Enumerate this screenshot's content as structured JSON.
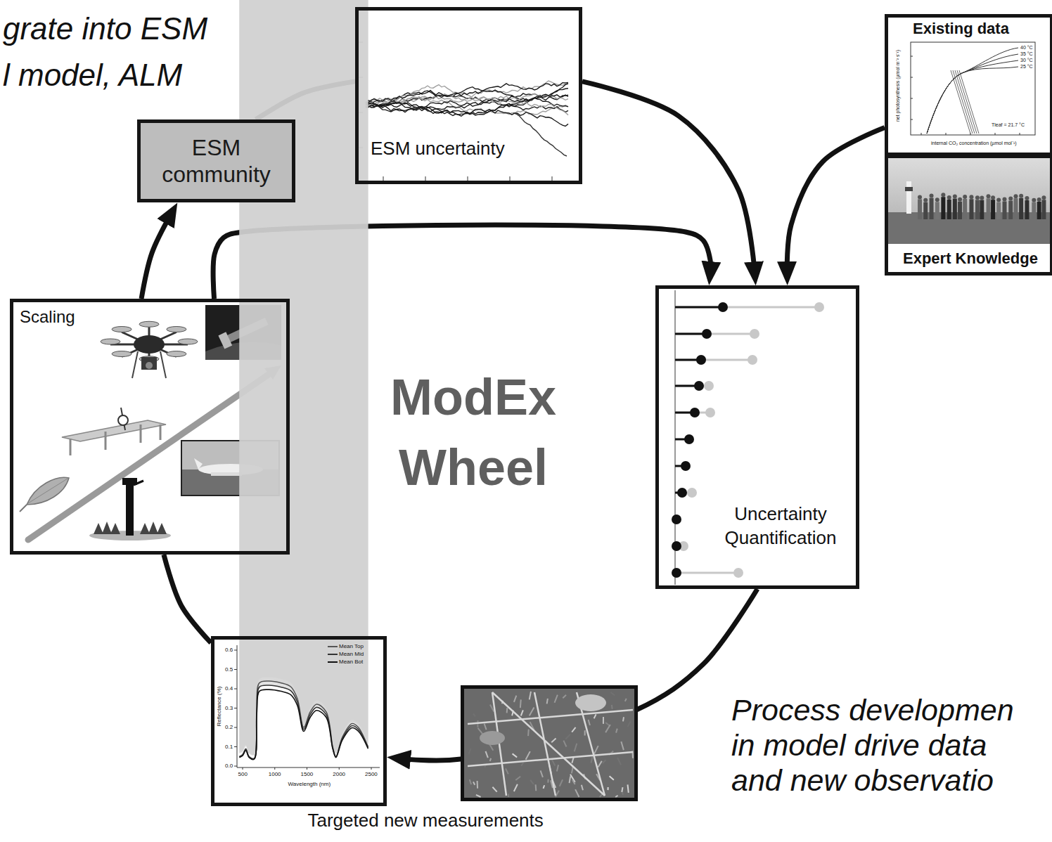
{
  "diagram": {
    "nodes": [
      {
        "text": [
          "ESM uncertainty"
        ]
      },
      {
        "text": [
          "Existing data",
          "net photosynthesis (µmol m⁻² s⁻¹)",
          "internal CO₂ concentration (µmol mol⁻¹)",
          "40 °C",
          "35 °C",
          "30 °C",
          "25 °C",
          "Tleaf = 21.7 °C"
        ]
      },
      {
        "text": [
          "Expert Knowledge"
        ]
      },
      {
        "text": [
          "ESM community"
        ]
      },
      {
        "text": [
          "Scaling"
        ]
      },
      {
        "text": [
          "Uncertainty Quantification"
        ]
      },
      {
        "text": [
          "Targeted new measurements",
          "Reflectance (%)",
          "0.0",
          "0.1",
          "0.2",
          "0.3",
          "0.4",
          "0.5",
          "0.6",
          "500",
          "1000",
          "1500",
          "2000",
          "2500",
          "Wavelength (nm)"
        ]
      }
    ],
    "edges": [
      {
        "from": 3,
        "to": 0,
        "arrow": "none"
      },
      {
        "from": 0,
        "to": 5,
        "arrow": "to"
      },
      {
        "from": 1,
        "to": 5,
        "arrow": "to"
      },
      {
        "from": 5,
        "to": 6,
        "arrow": "to"
      },
      {
        "from": 6,
        "to": 4,
        "arrow": "none"
      },
      {
        "from": 4,
        "to": 3,
        "arrow": "to"
      },
      {
        "from": 4,
        "to": 5,
        "arrow": "to"
      }
    ],
    "labels": [
      "grate into ESM l model, ALM",
      "ModEx Wheel",
      "Process developmen in model drive data and new observatio"
    ],
    "legend": [
      {
        "text": "Mean Top"
      },
      {
        "text": "Mean Mid"
      },
      {
        "text": "Mean Bot"
      }
    ]
  }
}
